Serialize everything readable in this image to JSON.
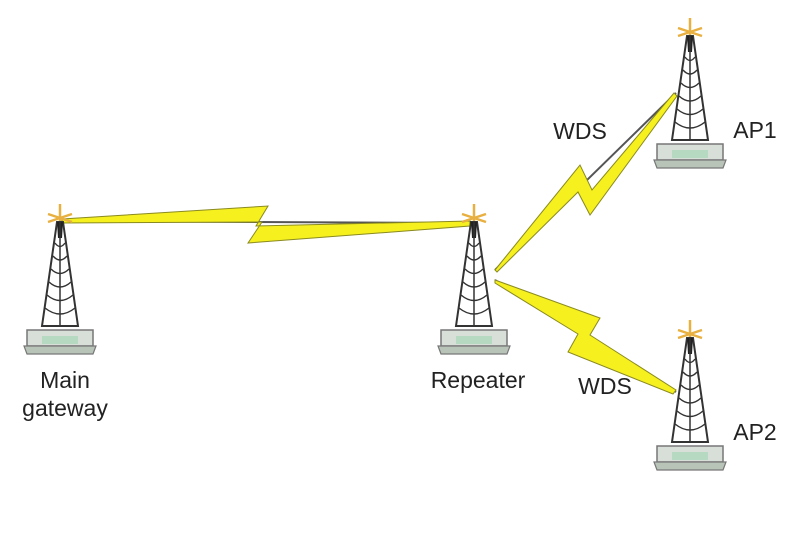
{
  "nodes": {
    "main_gateway": {
      "label_line1": "Main",
      "label_line2": "gateway"
    },
    "repeater": {
      "label": "Repeater"
    },
    "ap1": {
      "label": "AP1"
    },
    "ap2": {
      "label": "AP2"
    }
  },
  "links": {
    "repeater_ap1": {
      "label": "WDS"
    },
    "repeater_ap2": {
      "label": "WDS"
    }
  },
  "colors": {
    "bolt": "#f5f01e",
    "line": "#555555",
    "tower": "#333333",
    "base": "#c9d4c9",
    "antenna": "#e8b040"
  }
}
